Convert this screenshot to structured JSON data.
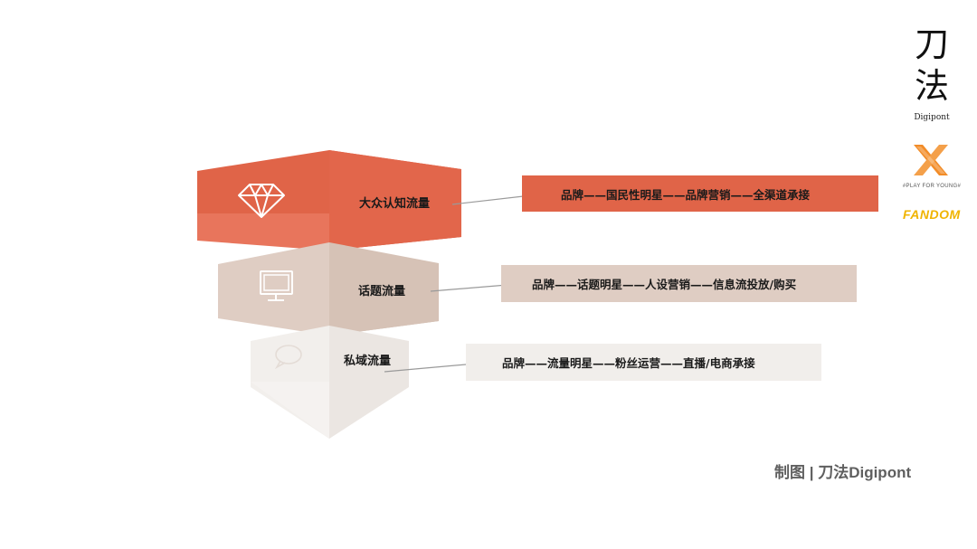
{
  "tiers": [
    {
      "label": "大众认知流量",
      "description": "品牌——国民性明星——品牌营销——全渠道承接",
      "icon": "diamond-icon",
      "color": "#e06448"
    },
    {
      "label": "话题流量",
      "description": "品牌——话题明星——人设营销——信息流投放/购买",
      "icon": "monitor-icon",
      "color": "#d9c6bb"
    },
    {
      "label": "私域流量",
      "description": "品牌——流量明星——粉丝运营——直播/电商承接",
      "icon": "speech-bubble-icon",
      "color": "#f1eeeb"
    }
  ],
  "brand": {
    "name": "刀法",
    "sub": "Digipont",
    "play_logo_text": "#PLAY FOR YOUNG#",
    "fandom_logo_text": "FANDOM"
  },
  "credit": "制图 | 刀法Digipont"
}
